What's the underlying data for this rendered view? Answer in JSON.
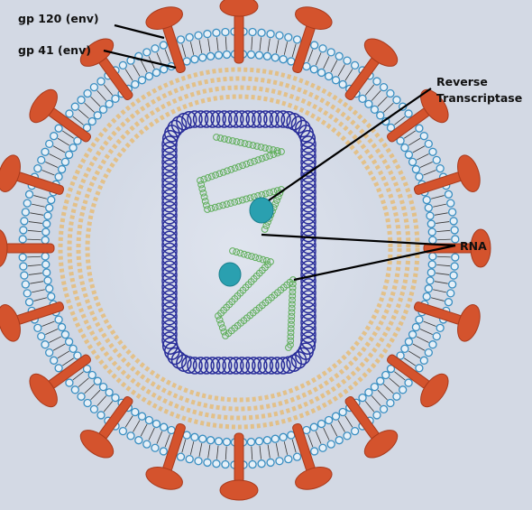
{
  "labels": {
    "gp120": "gp 120 (env)",
    "gp41": "gp 41 (env)",
    "reverse_transcriptase_line1": "Reverse",
    "reverse_transcriptase_line2": "Transcriptase",
    "rna": "RNA"
  },
  "colors": {
    "background": "#d3d9e4",
    "envelope_spike": "#d4532d",
    "lipid_membrane": "#3a8fc2",
    "matrix_ring": "#e8b86a",
    "capsid": "#2a2e9a",
    "rna_strand": "#5fae5a",
    "enzyme": "#2aa0b0"
  }
}
